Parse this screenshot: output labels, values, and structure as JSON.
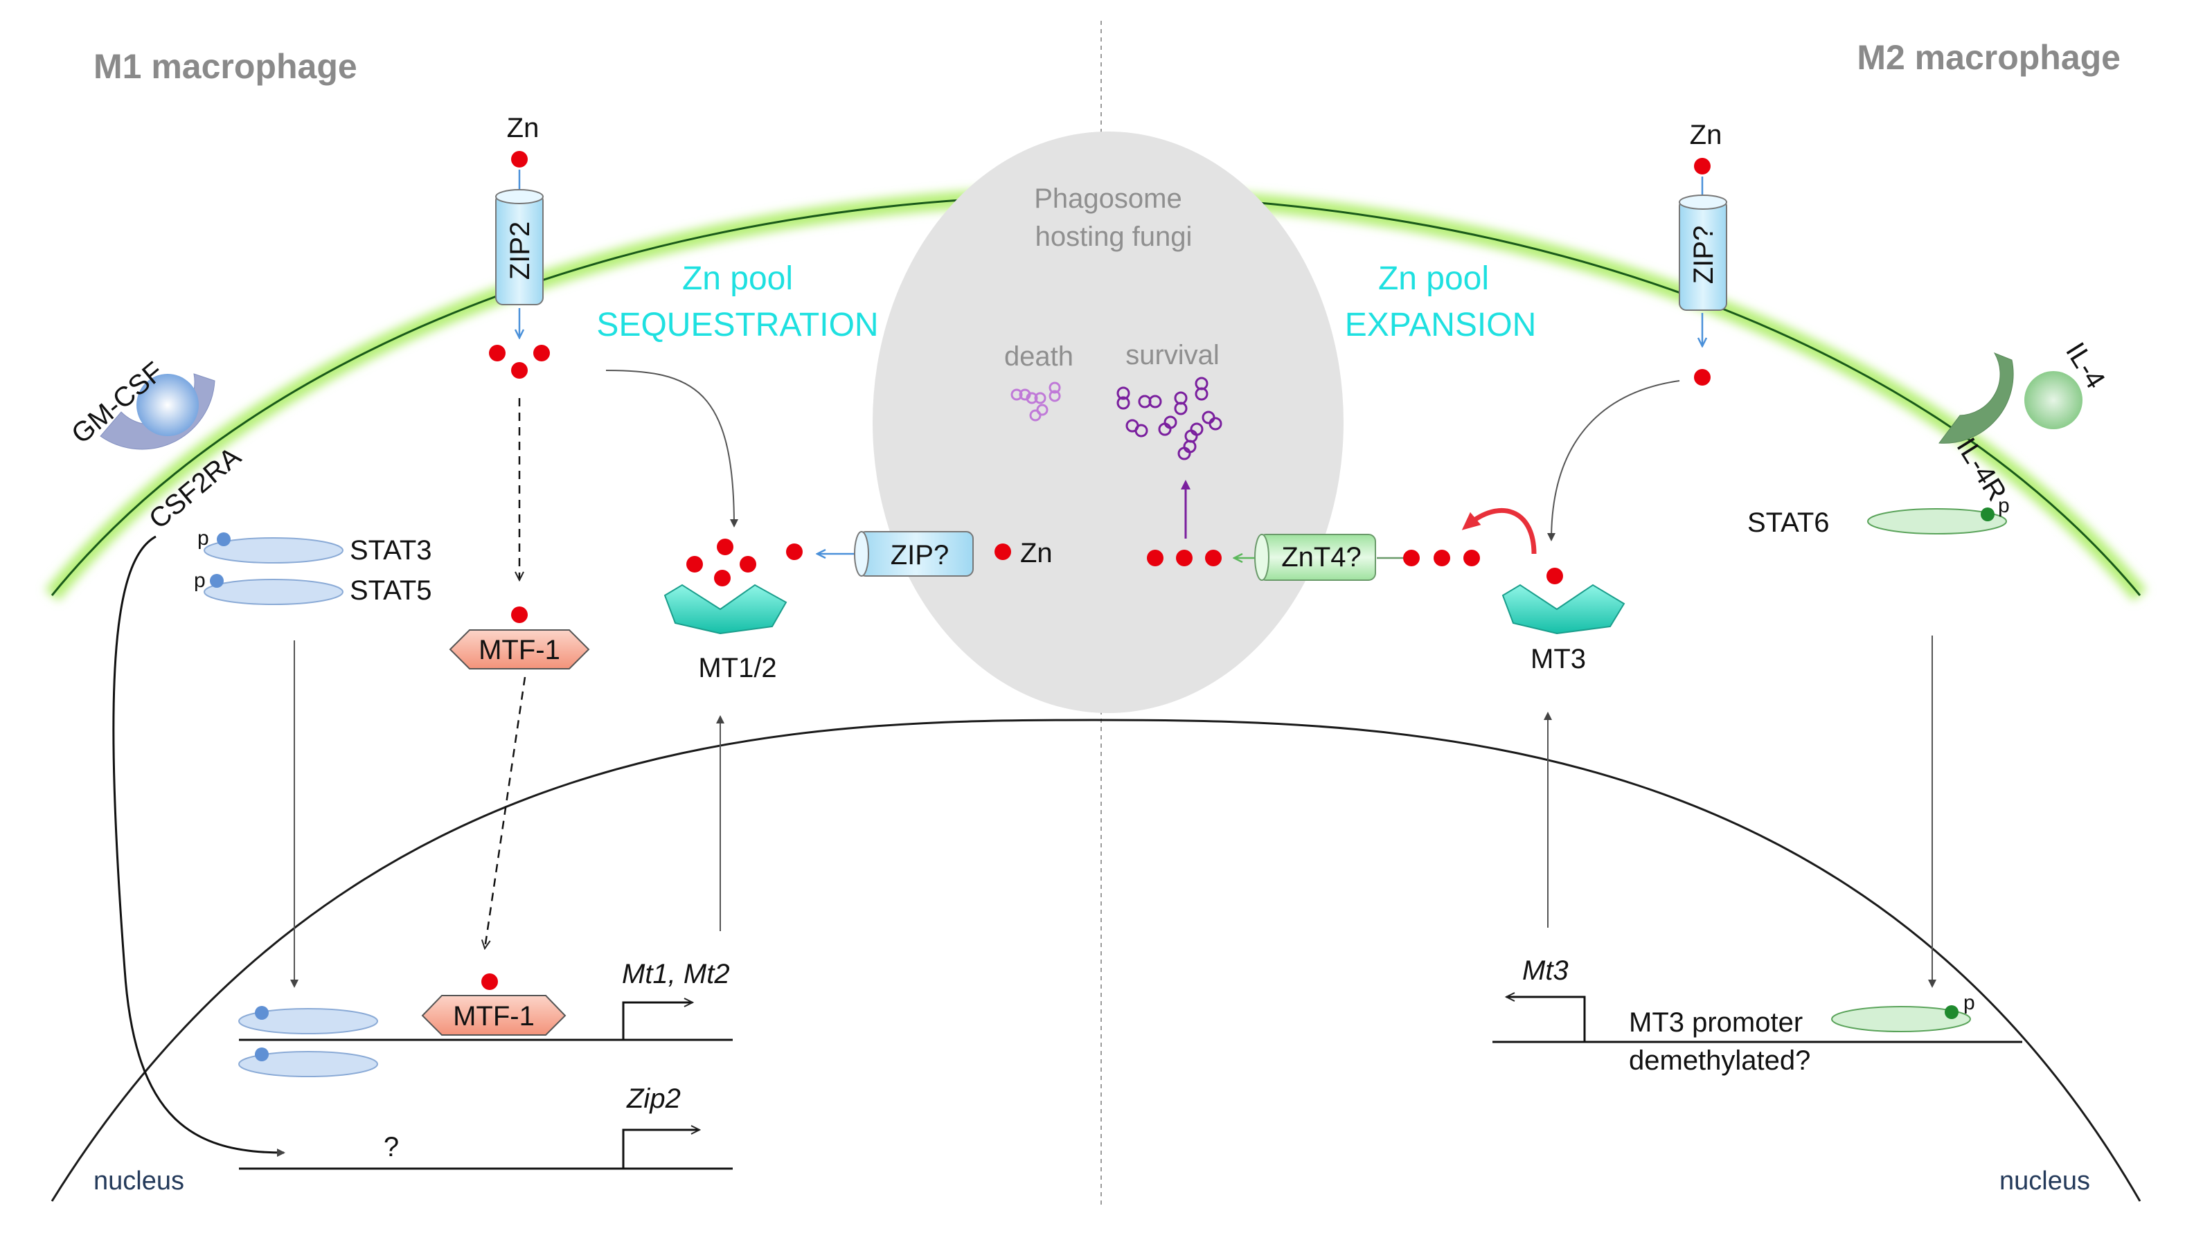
{
  "headers": {
    "left": "M1 macrophage",
    "right": "M2 macrophage"
  },
  "zn_label": "Zn",
  "transporters": {
    "zip2": "ZIP2",
    "zip_unknown": "ZIP?",
    "zip_phagosome": "ZIP?",
    "znt4": "ZnT4?"
  },
  "receptors": {
    "gm_csf": "GM-CSF",
    "csf2ra": "CSF2RA",
    "il4": "IL-4",
    "il4r": "IL-4R"
  },
  "phospho_mark": "p",
  "stats": {
    "stat3": "STAT3",
    "stat5": "STAT5",
    "stat6": "STAT6"
  },
  "mtf1": "MTF-1",
  "metallothioneins": {
    "mt12": "MT1/2",
    "mt3": "MT3"
  },
  "zn_pool": {
    "left_line1": "Zn pool",
    "left_line2": "SEQUESTRATION",
    "right_line1": "Zn pool",
    "right_line2": "EXPANSION"
  },
  "phagosome": {
    "line1": "Phagosome",
    "line2": "hosting fungi",
    "death": "death",
    "survival": "survival"
  },
  "genes": {
    "mt1_mt2": "Mt1, Mt2",
    "zip2": "Zip2",
    "mt3": "Mt3",
    "unknown": "?"
  },
  "promoter": {
    "line1": "MT3 promoter",
    "line2": "demethylated?"
  },
  "nucleus": "nucleus",
  "colors": {
    "zinc": "#e8000d",
    "zip": "#c6ecfb",
    "znt": "#bff0bf",
    "mtf1": "#f7a995",
    "mt": "#3cdcc4",
    "stat_m1": "#cfe0f5",
    "stat6": "#d4f0d4",
    "membrane_glow": "#b8f07a",
    "pool_text": "#1ee0e0",
    "fungi": "#7a1f9e"
  }
}
